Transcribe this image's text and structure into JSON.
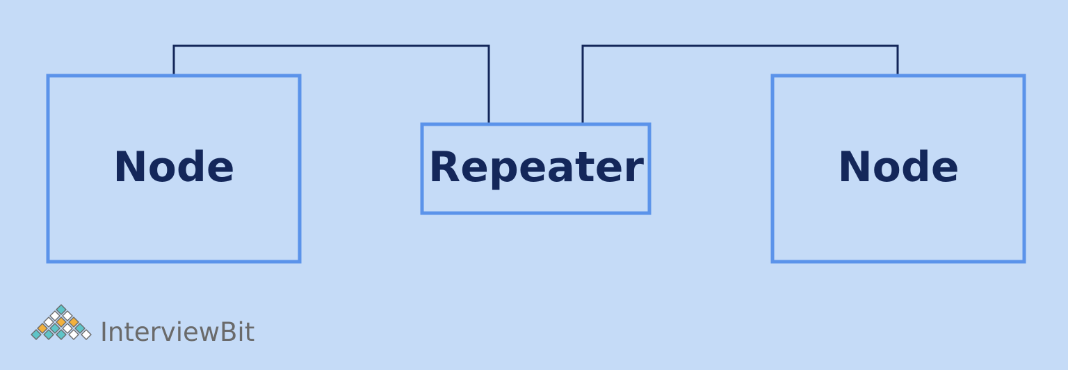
{
  "diagram": {
    "background_color": "#c5dbf7",
    "box_border_color": "#5b93ea",
    "connector_color": "#14275a",
    "label_color": "#14275a",
    "nodes": [
      {
        "id": "left-node",
        "label": "Node"
      },
      {
        "id": "repeater",
        "label": "Repeater"
      },
      {
        "id": "right-node",
        "label": "Node"
      }
    ],
    "connections": [
      {
        "from": "left-node",
        "to": "repeater"
      },
      {
        "from": "repeater",
        "to": "right-node"
      }
    ]
  },
  "logo": {
    "brand_name": "InterviewBit",
    "icon": "diamond-grid-logo-icon",
    "text_color": "#6a6a6a",
    "palette": [
      "#f2b13e",
      "#5fc4c8",
      "#ffffff"
    ]
  }
}
